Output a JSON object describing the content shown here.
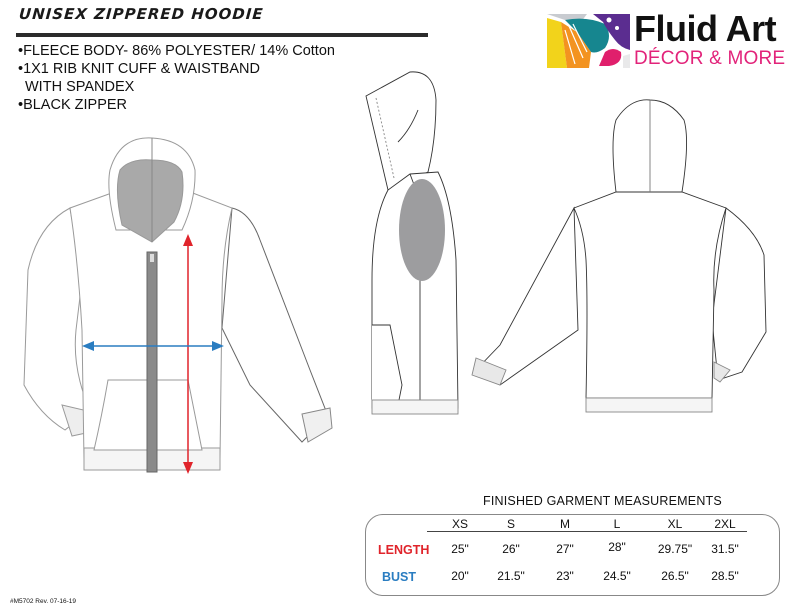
{
  "header": {
    "title": "UNISEX ZIPPERED HOODIE",
    "features": [
      "•FLEECE BODY- 86% POLYESTER/ 14% Cotton",
      "•1X1 RIB KNIT CUFF & WAISTBAND",
      "  WITH SPANDEX",
      "•BLACK ZIPPER"
    ]
  },
  "logo": {
    "title": "Fluid Art",
    "subtitle": "DÉCOR & MORE",
    "icon": "fluid-art-paint-swirl-icon",
    "colors": {
      "title": "#111111",
      "subtitle": "#e2237a",
      "yellow": "#f2d31b",
      "orange": "#f39320",
      "teal": "#16868f",
      "purple": "#5b2d90",
      "pink": "#e01f6c",
      "grey": "#c8cbd0"
    }
  },
  "drawings": {
    "front": {
      "label": "front-view",
      "length_arrow_color": "#e0242b",
      "bust_arrow_color": "#2a7dc1"
    },
    "side": {
      "label": "side-view",
      "patch_color": "#9d9d9f"
    },
    "back": {
      "label": "back-view"
    }
  },
  "measurements": {
    "title": "FINISHED GARMENT MEASUREMENTS",
    "sizes": [
      "XS",
      "S",
      "M",
      "L",
      "XL",
      "2XL"
    ],
    "rows": [
      {
        "label": "LENGTH",
        "color": "#e0242b",
        "values": [
          "25\"",
          "26\"",
          "27\"",
          "28\"",
          "29.75\"",
          "31.5\""
        ]
      },
      {
        "label": "BUST",
        "color": "#2a7dc1",
        "values": [
          "20\"",
          "21.5\"",
          "23\"",
          "24.5\"",
          "26.5\"",
          "28.5\""
        ]
      }
    ]
  },
  "footer": {
    "code": "#M5702 Rev. 07-16-19"
  }
}
